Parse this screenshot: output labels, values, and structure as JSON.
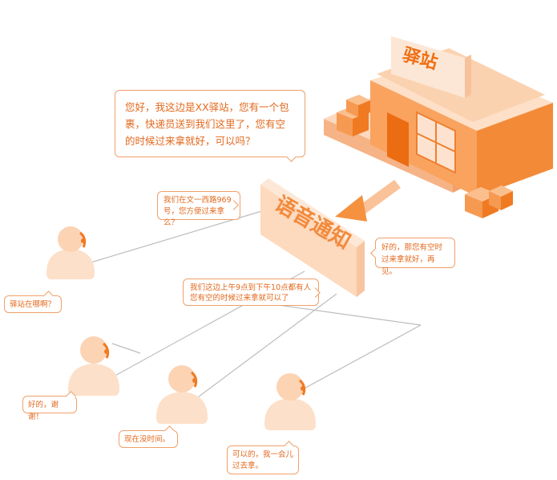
{
  "station": {
    "sign": "驿站"
  },
  "panel": {
    "title": "语音通知"
  },
  "bubbles": {
    "main": "您好，我这边是XX驿站，您有一个包\n裹，快递员送到我们这里了，您有空\n的时候过来拿就好，可以吗？",
    "address": "我们在文一西路969\n号，您方便过来拿么？",
    "farewell": "好的，那您有空时\n过来拿就好，再见。",
    "hours": "我们这边上午9点到下午10点都有人\n您有空的时候过来拿就可以了",
    "where": "驿站在哪啊？",
    "thanks": "好的，谢谢！",
    "busy": "现在没时间。",
    "ok": "可以的，我一会儿\n过去拿。"
  },
  "colors": {
    "accent": "#f07a22",
    "accent_light": "#fbb887",
    "pale": "#fde3cf",
    "line": "#b7b7b7"
  }
}
